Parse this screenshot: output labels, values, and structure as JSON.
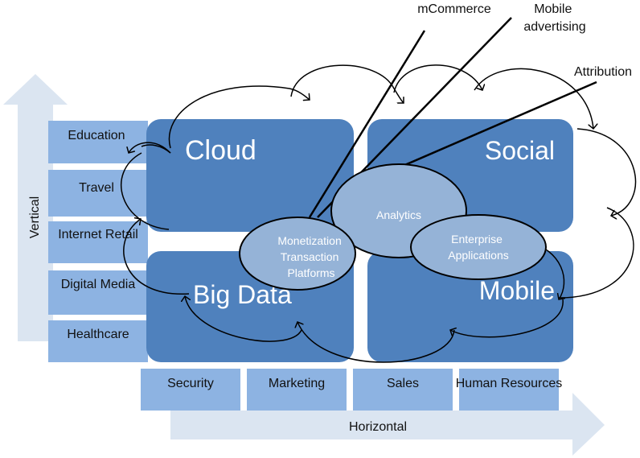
{
  "axes": {
    "vertical": "Vertical",
    "horizontal": "Horizontal"
  },
  "verticals": [
    "Education",
    "Travel",
    "Internet Retail",
    "Digital Media",
    "Healthcare"
  ],
  "horizontals": [
    "Security",
    "Marketing",
    "Sales",
    "Human Resources"
  ],
  "quadrants": {
    "cloud": "Cloud",
    "social": "Social",
    "big_data": "Big Data",
    "mobile": "Mobile"
  },
  "ellipses": {
    "monetization": [
      "Monetization",
      "Transaction",
      "Platforms"
    ],
    "analytics": "Analytics",
    "enterprise": [
      "Enterprise",
      "Applications"
    ]
  },
  "external": {
    "mcommerce": "mCommerce",
    "mobile_advertising": [
      "Mobile",
      "advertising"
    ],
    "attribution": "Attribution"
  },
  "colors": {
    "quadrant": "#4f81bd",
    "side_box": "#8db3e2",
    "arrow": "#dbe5f1",
    "ellipse": "#95b3d7"
  }
}
